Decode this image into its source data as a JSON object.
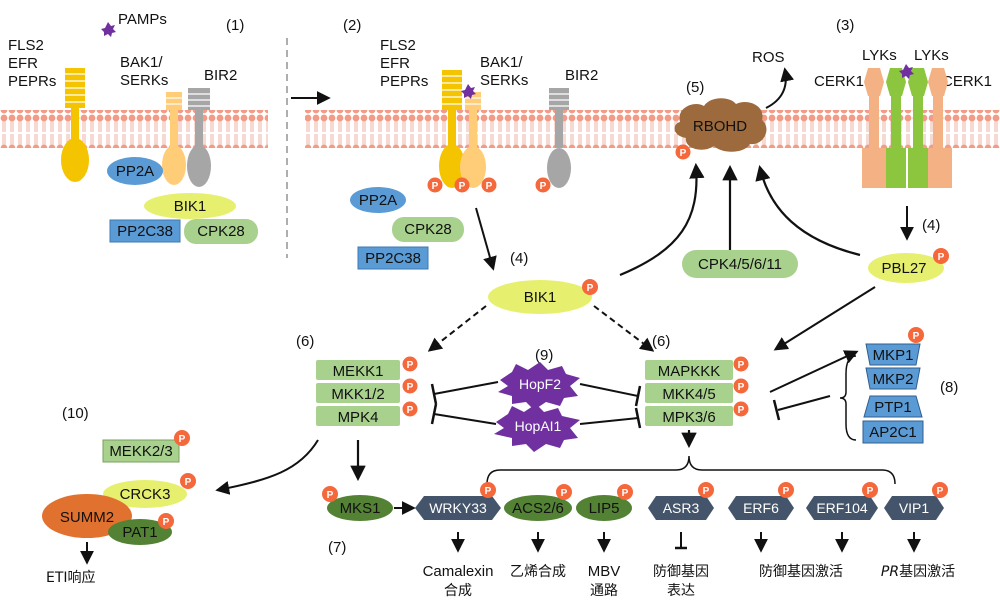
{
  "panel_numbers": {
    "p1": "(1)",
    "p2": "(2)",
    "p3": "(3)",
    "p4a": "(4)",
    "p4b": "(4)",
    "p5": "(5)",
    "p6a": "(6)",
    "p6b": "(6)",
    "p7": "(7)",
    "p8": "(8)",
    "p9": "(9)",
    "p10": "(10)"
  },
  "panel1": {
    "pamps": "PAMPs",
    "fls2": "FLS2",
    "efr": "EFR",
    "peprs": "PEPRs",
    "bak1": "BAK1/",
    "serks": "SERKs",
    "bir2": "BIR2",
    "pp2a": "PP2A",
    "bik1": "BIK1",
    "pp2c38": "PP2C38",
    "cpk28": "CPK28"
  },
  "panel2": {
    "fls2": "FLS2",
    "efr": "EFR",
    "peprs": "PEPRs",
    "bak1": "BAK1/",
    "serks": "SERKs",
    "bir2": "BIR2",
    "pp2a": "PP2A",
    "cpk28": "CPK28",
    "pp2c38": "PP2C38",
    "bik1": "BIK1"
  },
  "panel3": {
    "lyks_left": "LYKs",
    "lyks_right": "LYKs",
    "cerk1_left": "CERK1",
    "cerk1_right": "CERK1",
    "pbl27": "PBL27"
  },
  "rbohd": {
    "label": "RBOHD",
    "ros": "ROS",
    "cpk": "CPK4/5/6/11"
  },
  "phospho": "P",
  "mapk_left": [
    "MEKK1",
    "MKK1/2",
    "MPK4"
  ],
  "mapk_right": [
    "MAPKKK",
    "MKK4/5",
    "MPK3/6"
  ],
  "effectors": [
    "HopF2",
    "HopAI1"
  ],
  "phosphatases": [
    "MKP1",
    "MKP2",
    "PTP1",
    "AP2C1"
  ],
  "etis": {
    "mekk23": "MEKK2/3",
    "crck3": "CRCK3",
    "summ2": "SUMM2",
    "pat1": "PAT1",
    "eti": "ETI响应"
  },
  "substrates": {
    "mks1": "MKS1",
    "wrky33": "WRKY33",
    "acs26": "ACS2/6",
    "lip5": "LIP5",
    "asr3": "ASR3",
    "erf6": "ERF6",
    "erf104": "ERF104",
    "vip1": "VIP1"
  },
  "outputs": {
    "camalexin1": "Camalexin",
    "camalexin2": "合成",
    "ethylene": "乙烯合成",
    "mbv1": "MBV",
    "mbv2": "通路",
    "defense_expr1": "防御基因",
    "defense_expr2": "表达",
    "defense_act1": "防御基因激活",
    "pr_italic": "PR",
    "pr_rest": "基因激活"
  },
  "colors": {
    "yellow_receptor": "#f5c400",
    "light_orange": "#ffcc77",
    "grey": "#a6a6a6",
    "blue": "#5b9bd5",
    "green_light": "#a9d18e",
    "green_dark": "#548235",
    "yellow_light": "#e6f06e",
    "purple": "#7030a0",
    "phospho": "#f4683c",
    "slate": "#44546a",
    "rbohd": "#9c6a3c",
    "summ2": "#e0712e",
    "salmon": "#f4b183",
    "lyk_green": "#8cc63f"
  }
}
